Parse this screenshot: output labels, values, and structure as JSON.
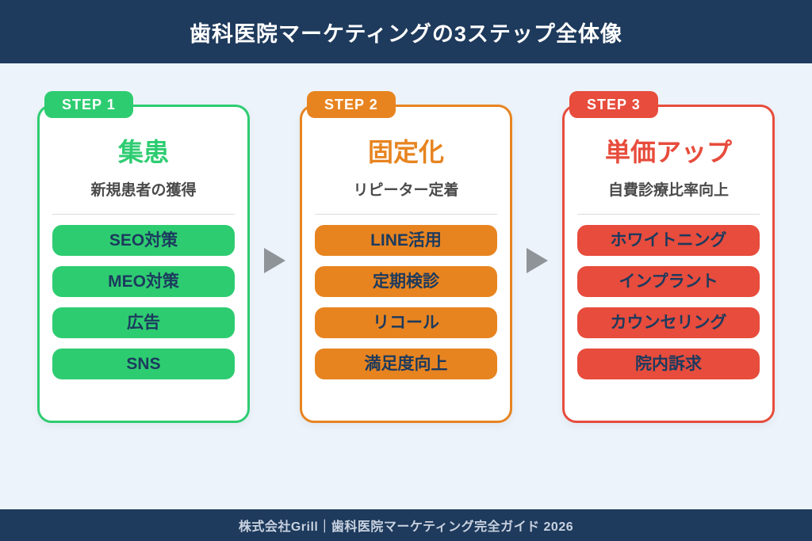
{
  "header": {
    "title": "歯科医院マーケティングの3ステップ全体像"
  },
  "steps": [
    {
      "badge": "STEP 1",
      "title": "集患",
      "subtitle": "新規患者の獲得",
      "color": "#2ecc71",
      "items": [
        "SEO対策",
        "MEO対策",
        "広告",
        "SNS"
      ]
    },
    {
      "badge": "STEP 2",
      "title": "固定化",
      "subtitle": "リピーター定着",
      "color": "#e78420",
      "items": [
        "LINE活用",
        "定期検診",
        "リコール",
        "満足度向上"
      ]
    },
    {
      "badge": "STEP 3",
      "title": "単価アップ",
      "subtitle": "自費診療比率向上",
      "color": "#e74c3c",
      "items": [
        "ホワイトニング",
        "インプラント",
        "カウンセリング",
        "院内訴求"
      ]
    }
  ],
  "footer": {
    "text": "株式会社Grill｜歯科医院マーケティング完全ガイド 2026"
  },
  "colors": {
    "header_bg": "#1e3a5c",
    "page_bg": "#edf3fa",
    "step1_green": "#2ecc71",
    "step2_orange": "#e78420",
    "step3_red": "#e74c3c",
    "pill_text_navy": "#1c3a5e",
    "subtitle_gray": "#4a4a4a",
    "arrow_gray": "#8f9499",
    "footer_text": "#c9d2e0"
  }
}
